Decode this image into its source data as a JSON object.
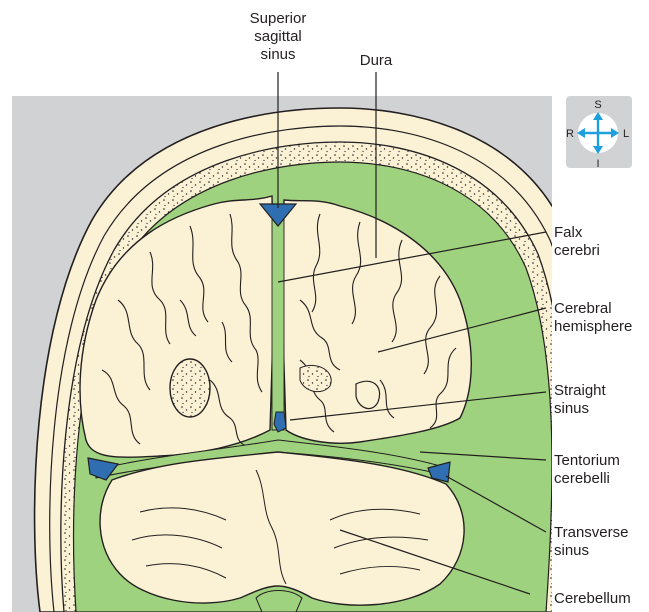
{
  "diagram": {
    "labels": {
      "superior_sagittal_sinus": [
        "Superior",
        "sagittal",
        "sinus"
      ],
      "dura": [
        "Dura"
      ],
      "falx_cerebri": [
        "Falx",
        "cerebri"
      ],
      "cerebral_hemisphere": [
        "Cerebral",
        "hemisphere"
      ],
      "straight_sinus": [
        "Straight",
        "sinus"
      ],
      "tentorium_cerebelli": [
        "Tentorium",
        "cerebelli"
      ],
      "transverse_sinus": [
        "Transverse",
        "sinus"
      ],
      "cerebellum": [
        "Cerebellum"
      ]
    },
    "orientation": {
      "superior": "S",
      "inferior": "I",
      "right": "R",
      "left": "L"
    }
  },
  "colors": {
    "background_panel": "#d1d2d4",
    "skin_and_brain": "#fbf1d5",
    "dura_and_falx": "#9fd27e",
    "venous_sinus": "#2f6fb1",
    "outline": "#231f20",
    "compass_arrows": "#1ea0dc"
  }
}
